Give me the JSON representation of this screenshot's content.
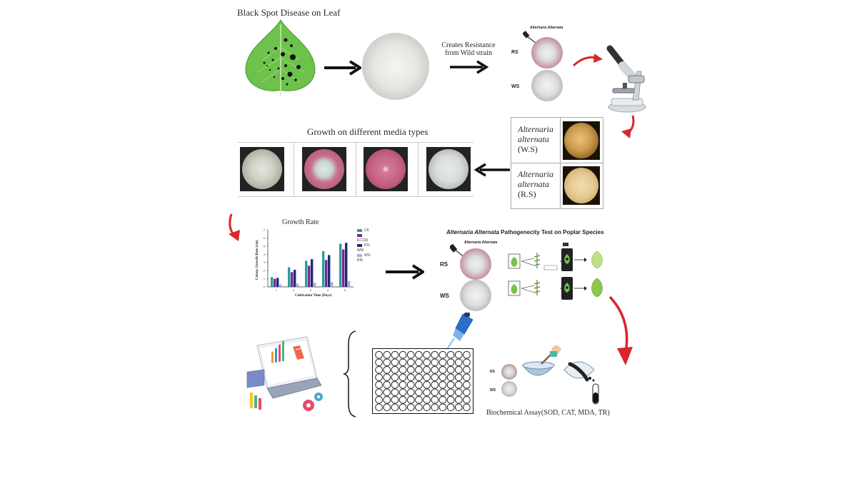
{
  "titles": {
    "black_spot": "Black Spot Disease on Leaf",
    "creates_resistance_line1": "Creates Resistance",
    "creates_resistance_line2": "from Wild strain",
    "growth_media": "Growth on different media types",
    "pathogenicity_italic": "Alternaria Alternata",
    "pathogenicity_rest": " Pathogenecity Test on Poplar Species",
    "biochemical": "Biochemical Assay(SOD, CAT, MDA, TR)"
  },
  "dish_panel": {
    "title": "Alternaria Alternata",
    "rs_label": "RS",
    "ws_label": "WS"
  },
  "microscopy": {
    "rows": [
      {
        "name_line1": "Alternaria",
        "name_line2": "alternata",
        "strain": "(W.S)"
      },
      {
        "name_line1": "Alternaria",
        "name_line2": "alternata",
        "strain": "(R.S)"
      }
    ]
  },
  "pathogen_panel": {
    "title": "Alternaria Alternata",
    "rs_label": "RS",
    "ws_label": "WS"
  },
  "biochem_panel": {
    "rs_label": "RS",
    "ws_label": "WS"
  },
  "chart_data": {
    "type": "bar",
    "title": "Growth Rate",
    "xlabel": "Cultivation Time (Days)",
    "ylabel": "Colony Growth Rate (cm)",
    "categories": [
      "1",
      "2",
      "3",
      "4",
      "5"
    ],
    "ylim": [
      0,
      7
    ],
    "yticks": [
      0,
      1,
      2,
      3,
      4,
      5,
      6,
      7
    ],
    "series": [
      {
        "name": "CK",
        "color": "#2a9d9a",
        "values": [
          1.2,
          2.4,
          3.2,
          4.4,
          5.3
        ]
      },
      {
        "name": "EC100",
        "color": "#7a2a8a",
        "values": [
          1.0,
          1.8,
          2.6,
          3.3,
          4.6
        ]
      },
      {
        "name": "RS-WM",
        "color": "#1d2a7a",
        "values": [
          1.1,
          2.1,
          3.4,
          3.9,
          5.4
        ]
      },
      {
        "name": "WS-RM",
        "color": "#aab0d8",
        "values": [
          0.3,
          0.4,
          0.5,
          0.6,
          0.7
        ]
      }
    ],
    "legend_position": "top-right"
  },
  "colors": {
    "arrow_red": "#d8262a",
    "leaf_green": "#6cc24a",
    "pink_media": "#c96a8a"
  }
}
